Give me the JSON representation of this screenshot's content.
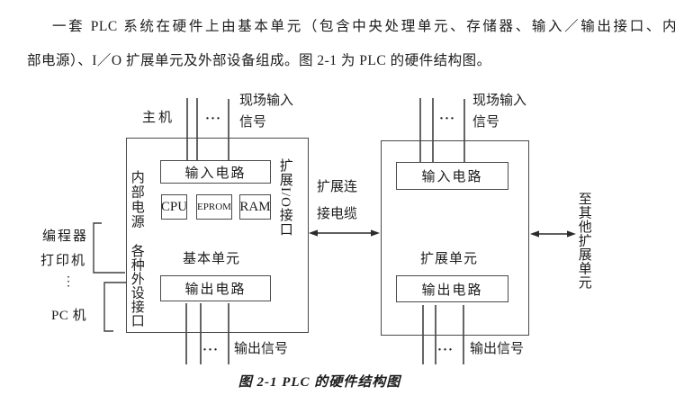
{
  "page": {
    "background": "#ffffff",
    "text_color": "#1c1c1c",
    "line_color": "#3f3f3f",
    "border_color": "#4a4a4a"
  },
  "paragraph": {
    "line1": "一套 PLC 系统在硬件上由基本单元（包含中央处理单元、存储器、输入／输出接口、内",
    "line2": "部电源）、I／O 扩展单元及外部设备组成。图 2-1 为 PLC 的硬件结构图。"
  },
  "base_unit": {
    "host_label": "主机",
    "top_dots": "···",
    "field_input_line1": "现场输入",
    "field_input_line2": "信号",
    "input_circuit": "输入电路",
    "cpu": "CPU",
    "eprom": "EPROM",
    "ram": "RAM",
    "internal_power": "内部电源",
    "expansion_io_port": "扩展I/O接口",
    "peripheral_ports": "各种外设接口",
    "name": "基本单元",
    "output_circuit": "输出电路",
    "bottom_dots": "···",
    "output_signal_label": "输出信号"
  },
  "expansion_unit": {
    "top_dots": "···",
    "field_input_line1": "现场输入",
    "field_input_line2": "信号",
    "input_circuit": "输入电路",
    "name": "扩展单元",
    "output_circuit": "输出电路",
    "bottom_dots": "···",
    "output_signal_label": "输出信号"
  },
  "connections": {
    "cable_line1": "扩展连",
    "cable_line2": "接电缆",
    "to_other_units": "至其他扩展单元"
  },
  "peripherals": {
    "programmer": "编程器",
    "printer": "打印机",
    "dots": "⋮",
    "pc": "PC 机"
  },
  "caption": "图 2-1 PLC 的硬件结构图"
}
